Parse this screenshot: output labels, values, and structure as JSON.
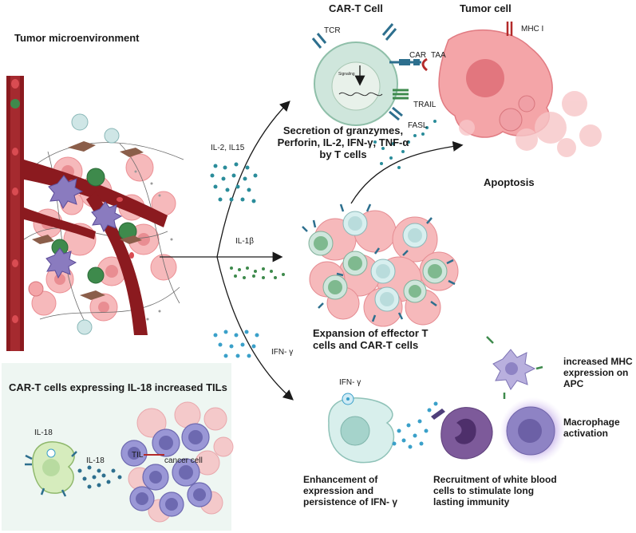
{
  "labels": {
    "tme": "Tumor microenvironment",
    "cart_cell": "CAR-T Cell",
    "tumor_cell": "Tumor cell",
    "tcr": "TCR",
    "car": "CAR",
    "taa": "TAA",
    "mhc1": "MHC I",
    "signaling": "Signaling",
    "trail": "TRAIL",
    "fasl": "FASL",
    "secretion": "Secretion of granzymes, Perforin, IL-2, IFN-γ, TNF-α by T cells",
    "apoptosis": "Apoptosis",
    "il2": "IL-2, IL15",
    "il1b": "IL-1β",
    "ifng": "IFN- γ",
    "expansion": "Expansion of effector T cells and CAR-T cells",
    "panel_title": "CAR-T cells expressing IL-18 increased TILs",
    "il18a": "IL-18",
    "il18b": "IL-18",
    "til": "TIL",
    "cancer_cell": "cancer cell",
    "ifng_cell": "IFN- γ",
    "mhc_apc": "increased MHC expression on APC",
    "macrophage": "Macrophage activation",
    "enhancement": "Enhancement of expression and persistence of IFN- γ",
    "recruitment": "Recruitment of white blood cells to stimulate long lasting immunity"
  },
  "colors": {
    "vessel": "#8b1a1f",
    "tumor_pink": "#f4a5a8",
    "tcell_teal": "#cfe6dc",
    "receptor_blue": "#2d6f8e",
    "macrophage_purple": "#7d5a9a",
    "dot_teal": "#2a8c9a",
    "dot_green": "#3e8a4c",
    "dot_blue": "#3aa0c9"
  }
}
